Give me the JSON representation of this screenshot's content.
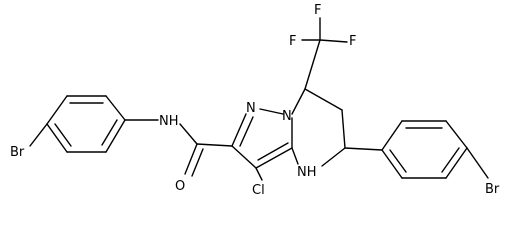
{
  "molecule": {
    "atoms": {
      "F1": "F",
      "F2": "F",
      "F3": "F",
      "N_pyr_1": "N",
      "N_pyr_2": "N",
      "NH_amide": "NH",
      "NH_ring": "NH",
      "O": "O",
      "Cl": "Cl",
      "Br_left": "Br",
      "Br_right": "Br"
    }
  }
}
